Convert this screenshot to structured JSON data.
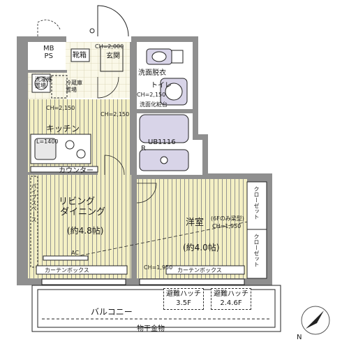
{
  "labels": {
    "mbps": "MB\nPS",
    "shoebox": "靴箱",
    "genkan": "玄関",
    "ch_entry": "CH=2,000",
    "washer": "洗濯機\n置場",
    "fridge": "冷蔵庫\n置場",
    "ch_kitchen": "CH=2,150",
    "kitchen": "キッチン",
    "ch_hall": "CH=2,150",
    "washroom": "洗面脱衣",
    "toilet": "トイレ",
    "ch_toilet": "CH=2,150",
    "vanity": "洗面化粧台",
    "ub": "UB1116",
    "r": "R",
    "l1400": "L=1400",
    "counter": "カウンター",
    "pipe_shaft": "パイプスペース",
    "living_line1": "リビング",
    "living_line2": "ダイニング",
    "living_size": "(約4.8帖)",
    "ac": "AC",
    "curtain_box_left": "カーテンボックス",
    "yoshitsu": "洋室",
    "yoshitsu_note": "(6Fのみ梁型)",
    "yoshitsu_ch": "CH=1,950",
    "yoshitsu_size": "(約4.0帖)",
    "closet1": "クローゼット",
    "closet2": "クローゼット",
    "ch_bottom": "CH=1,950",
    "curtain_box_right": "カーテンボックス",
    "hatch_left": "避難ハッチ\n3.5F",
    "hatch_right": "避難ハッチ\n2.4.6F",
    "balcony": "バルコニー",
    "monohoshi": "物干金物",
    "north": "N"
  },
  "colors": {
    "wall": "#8f8f8f",
    "floor": "#f4f0c4",
    "stripe": "#7a7a7a",
    "wet": "#d8d4e8",
    "line": "#222222"
  }
}
